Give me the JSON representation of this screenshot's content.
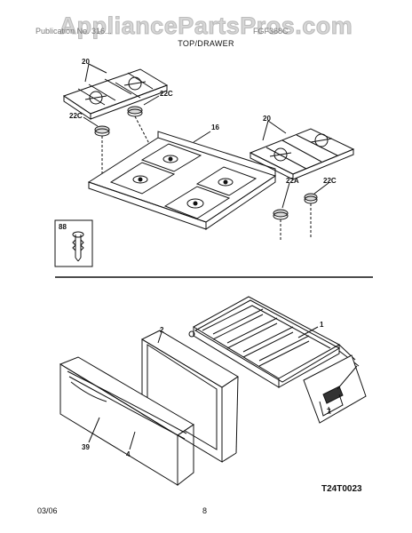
{
  "watermark": "AppliancePartsPros.com",
  "header": {
    "left_text": "Publication No. 316...",
    "right_text": "FGF368C",
    "section_title": "TOP/DRAWER"
  },
  "callouts": {
    "grate_left": "20",
    "cap_22c_a": "22C",
    "cap_22c_b": "22C",
    "cooktop": "16",
    "grate_right": "20",
    "cap_22a": "22A",
    "cap_22c_c": "22C",
    "inset_88": "88",
    "drawer": "1",
    "drawer_panel": "2",
    "glide": "7",
    "handle_39": "39",
    "front_4": "4"
  },
  "diagram_code": "T24T0023",
  "footer": {
    "date": "03/06",
    "page": "8"
  }
}
